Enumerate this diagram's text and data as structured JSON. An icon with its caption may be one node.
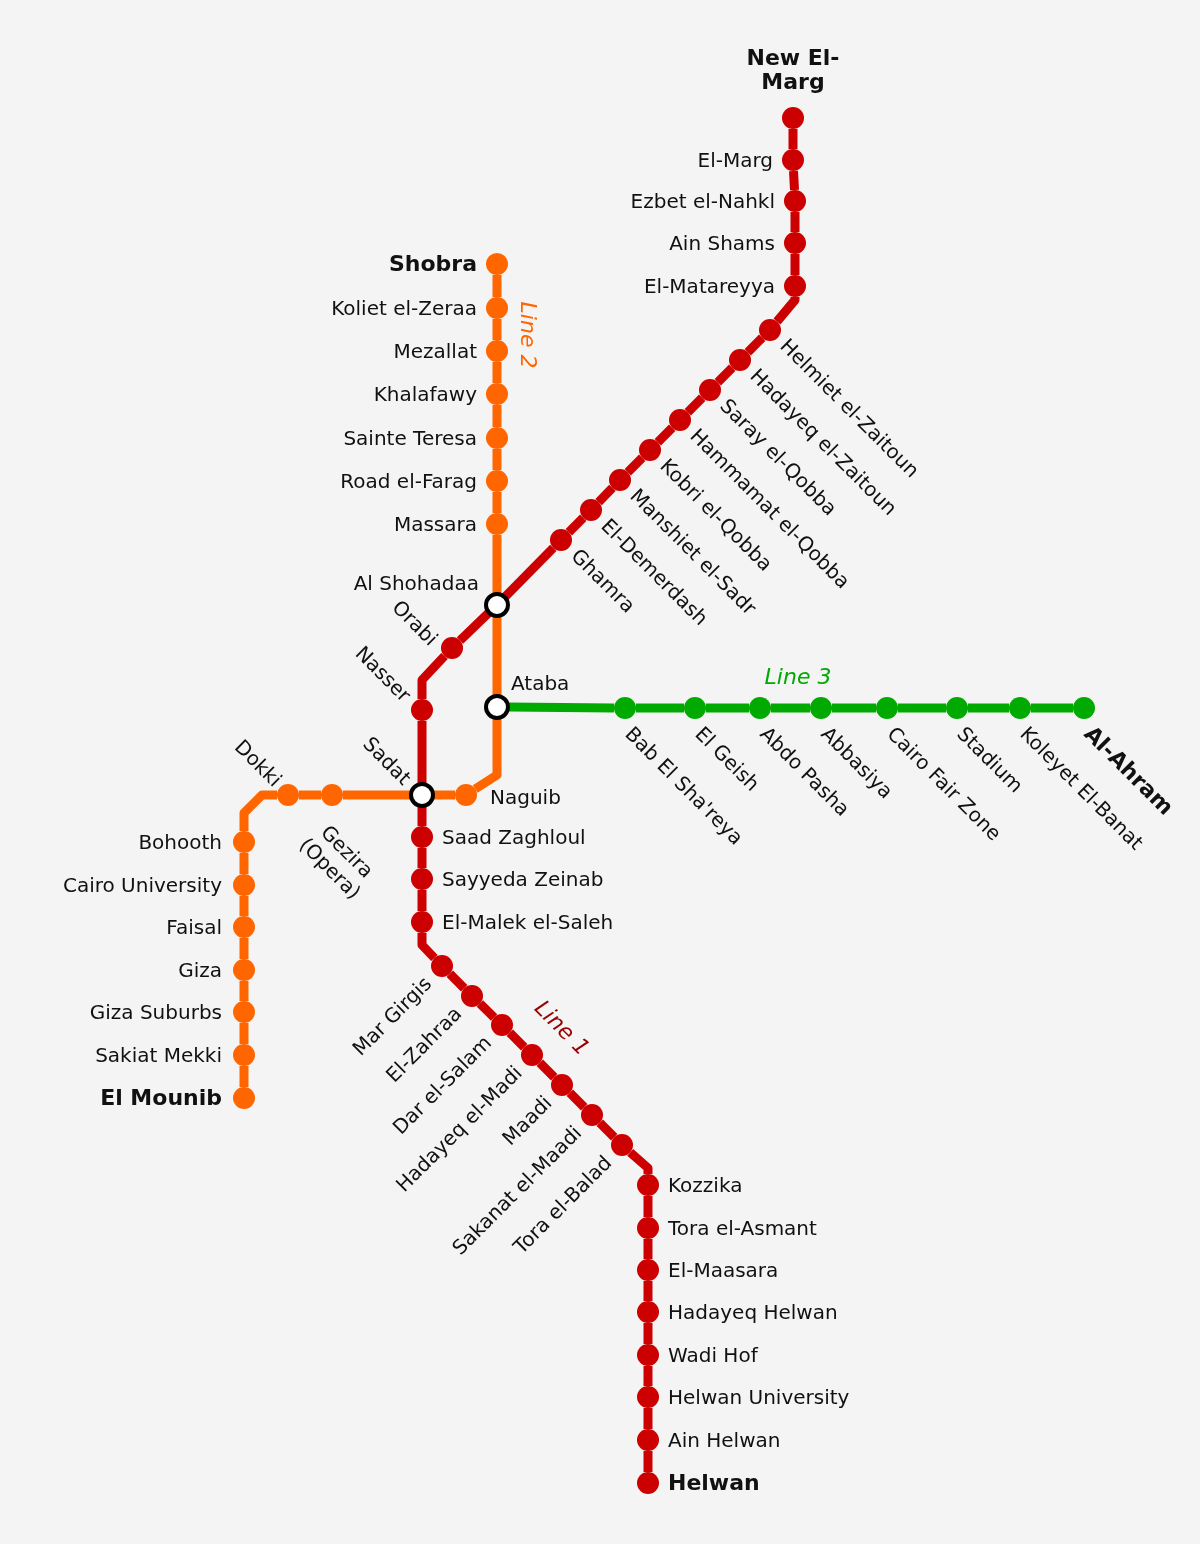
{
  "diagram": {
    "nodes": [
      {
        "text": [],
        "shape": "circle",
        "beside": [
          "New El-Marg"
        ]
      },
      {
        "text": [],
        "shape": "circle",
        "beside": [
          "El-Marg"
        ]
      },
      {
        "text": [],
        "shape": "circle",
        "beside": [
          "Ezbet el-Nahkl"
        ]
      },
      {
        "text": [],
        "shape": "circle",
        "beside": [
          "Ain Shams"
        ]
      },
      {
        "text": [],
        "shape": "circle",
        "beside": [
          "El-Matareyya"
        ]
      },
      {
        "text": [],
        "shape": "circle",
        "beside": [
          "Helmiet el-Zaitoun"
        ]
      },
      {
        "text": [],
        "shape": "circle",
        "beside": [
          "Hadayeq el-Zaitoun"
        ]
      },
      {
        "text": [],
        "shape": "circle",
        "beside": [
          "Saray el-Qobba"
        ]
      },
      {
        "text": [],
        "shape": "circle",
        "beside": [
          "Hammamat el-Qobba"
        ]
      },
      {
        "text": [],
        "shape": "circle",
        "beside": [
          "Kobri el-Qobba"
        ]
      },
      {
        "text": [],
        "shape": "circle",
        "beside": [
          "Manshiet el-Sadr"
        ]
      },
      {
        "text": [],
        "shape": "circle",
        "beside": [
          "El-Demerdash"
        ]
      },
      {
        "text": [],
        "shape": "circle",
        "beside": [
          "Ghamra"
        ]
      },
      {
        "text": [],
        "shape": "circle",
        "beside": [
          "Al Shohadaa"
        ]
      },
      {
        "text": [],
        "shape": "circle",
        "beside": [
          "Orabi"
        ]
      },
      {
        "text": [],
        "shape": "circle",
        "beside": [
          "Nasser"
        ]
      },
      {
        "text": [],
        "shape": "circle",
        "beside": [
          "Sadat"
        ]
      },
      {
        "text": [],
        "shape": "circle",
        "beside": [
          "Saad Zaghloul"
        ]
      },
      {
        "text": [],
        "shape": "circle",
        "beside": [
          "Sayyeda Zeinab"
        ]
      },
      {
        "text": [],
        "shape": "circle",
        "beside": [
          "El-Malek el-Saleh"
        ]
      },
      {
        "text": [],
        "shape": "circle",
        "beside": [
          "Mar Girgis"
        ]
      },
      {
        "text": [],
        "shape": "circle",
        "beside": [
          "El-Zahraa"
        ]
      },
      {
        "text": [],
        "shape": "circle",
        "beside": [
          "Dar el-Salam"
        ]
      },
      {
        "text": [],
        "shape": "circle",
        "beside": [
          "Hadayeq el-Madi"
        ]
      },
      {
        "text": [],
        "shape": "circle",
        "beside": [
          "Maadi"
        ]
      },
      {
        "text": [],
        "shape": "circle",
        "beside": [
          "Sakanat el-Maadi"
        ]
      },
      {
        "text": [],
        "shape": "circle",
        "beside": [
          "Tora el-Balad"
        ]
      },
      {
        "text": [],
        "shape": "circle",
        "beside": [
          "Kozzika"
        ]
      },
      {
        "text": [],
        "shape": "circle",
        "beside": [
          "Tora el-Asmant"
        ]
      },
      {
        "text": [],
        "shape": "circle",
        "beside": [
          "El-Maasara"
        ]
      },
      {
        "text": [],
        "shape": "circle",
        "beside": [
          "Hadayeq Helwan"
        ]
      },
      {
        "text": [],
        "shape": "circle",
        "beside": [
          "Wadi Hof"
        ]
      },
      {
        "text": [],
        "shape": "circle",
        "beside": [
          "Helwan University"
        ]
      },
      {
        "text": [],
        "shape": "circle",
        "beside": [
          "Ain Helwan"
        ]
      },
      {
        "text": [],
        "shape": "circle",
        "beside": [
          "Helwan"
        ]
      },
      {
        "text": [],
        "shape": "circle",
        "beside": [
          "Shobra"
        ]
      },
      {
        "text": [],
        "shape": "circle",
        "beside": [
          "Koliet el-Zeraa"
        ]
      },
      {
        "text": [],
        "shape": "circle",
        "beside": [
          "Mezallat"
        ]
      },
      {
        "text": [],
        "shape": "circle",
        "beside": [
          "Khalafawy"
        ]
      },
      {
        "text": [],
        "shape": "circle",
        "beside": [
          "Sainte Teresa"
        ]
      },
      {
        "text": [],
        "shape": "circle",
        "beside": [
          "Road el-Farag"
        ]
      },
      {
        "text": [],
        "shape": "circle",
        "beside": [
          "Massara"
        ]
      },
      {
        "text": [],
        "shape": "circle",
        "beside": [
          "Ataba"
        ]
      },
      {
        "text": [],
        "shape": "circle",
        "beside": [
          "Naguib"
        ]
      },
      {
        "text": [],
        "shape": "circle",
        "beside": [
          "Gezira (Opera)"
        ]
      },
      {
        "text": [],
        "shape": "circle",
        "beside": [
          "Dokki"
        ]
      },
      {
        "text": [],
        "shape": "circle",
        "beside": [
          "Bohooth"
        ]
      },
      {
        "text": [],
        "shape": "circle",
        "beside": [
          "Cairo University"
        ]
      },
      {
        "text": [],
        "shape": "circle",
        "beside": [
          "Faisal"
        ]
      },
      {
        "text": [],
        "shape": "circle",
        "beside": [
          "Giza"
        ]
      },
      {
        "text": [],
        "shape": "circle",
        "beside": [
          "Giza Suburbs"
        ]
      },
      {
        "text": [],
        "shape": "circle",
        "beside": [
          "Sakiat Mekki"
        ]
      },
      {
        "text": [],
        "shape": "circle",
        "beside": [
          "El Mounib"
        ]
      },
      {
        "text": [],
        "shape": "circle",
        "beside": [
          "Bab El Sha'reya"
        ]
      },
      {
        "text": [],
        "shape": "circle",
        "beside": [
          "El Geish"
        ]
      },
      {
        "text": [],
        "shape": "circle",
        "beside": [
          "Abdo Pasha"
        ]
      },
      {
        "text": [],
        "shape": "circle",
        "beside": [
          "Abbasiya"
        ]
      },
      {
        "text": [],
        "shape": "circle",
        "beside": [
          "Cairo Fair Zone"
        ]
      },
      {
        "text": [],
        "shape": "circle",
        "beside": [
          "Stadium"
        ]
      },
      {
        "text": [],
        "shape": "circle",
        "beside": [
          "Koleyet El-Banat"
        ]
      },
      {
        "text": [],
        "shape": "circle",
        "beside": [
          "Al-Ahram"
        ]
      }
    ],
    "edges": [
      {
        "from": 0,
        "to": 1,
        "arrow": "none"
      },
      {
        "from": 1,
        "to": 2,
        "arrow": "none"
      },
      {
        "from": 2,
        "to": 3,
        "arrow": "none"
      },
      {
        "from": 3,
        "to": 4,
        "arrow": "none"
      },
      {
        "from": 4,
        "to": 5,
        "arrow": "none"
      },
      {
        "from": 5,
        "to": 6,
        "arrow": "none"
      },
      {
        "from": 6,
        "to": 7,
        "arrow": "none"
      },
      {
        "from": 7,
        "to": 8,
        "arrow": "none"
      },
      {
        "from": 8,
        "to": 9,
        "arrow": "none"
      },
      {
        "from": 9,
        "to": 10,
        "arrow": "none"
      },
      {
        "from": 10,
        "to": 11,
        "arrow": "none"
      },
      {
        "from": 11,
        "to": 12,
        "arrow": "none"
      },
      {
        "from": 12,
        "to": 13,
        "arrow": "none"
      },
      {
        "from": 13,
        "to": 14,
        "arrow": "none"
      },
      {
        "from": 14,
        "to": 15,
        "arrow": "none"
      },
      {
        "from": 15,
        "to": 16,
        "arrow": "none"
      },
      {
        "from": 16,
        "to": 17,
        "arrow": "none"
      },
      {
        "from": 17,
        "to": 18,
        "arrow": "none"
      },
      {
        "from": 18,
        "to": 19,
        "arrow": "none"
      },
      {
        "from": 19,
        "to": 20,
        "arrow": "none"
      },
      {
        "from": 20,
        "to": 21,
        "arrow": "none"
      },
      {
        "from": 21,
        "to": 22,
        "arrow": "none"
      },
      {
        "from": 22,
        "to": 23,
        "arrow": "none"
      },
      {
        "from": 23,
        "to": 24,
        "arrow": "none"
      },
      {
        "from": 24,
        "to": 25,
        "arrow": "none"
      },
      {
        "from": 25,
        "to": 26,
        "arrow": "none"
      },
      {
        "from": 26,
        "to": 27,
        "arrow": "none"
      },
      {
        "from": 27,
        "to": 28,
        "arrow": "none"
      },
      {
        "from": 28,
        "to": 29,
        "arrow": "none"
      },
      {
        "from": 29,
        "to": 30,
        "arrow": "none"
      },
      {
        "from": 30,
        "to": 31,
        "arrow": "none"
      },
      {
        "from": 31,
        "to": 32,
        "arrow": "none"
      },
      {
        "from": 32,
        "to": 33,
        "arrow": "none"
      },
      {
        "from": 33,
        "to": 34,
        "arrow": "none"
      },
      {
        "from": 35,
        "to": 36,
        "arrow": "none",
        "color": "#ff6600"
      },
      {
        "from": 36,
        "to": 37,
        "arrow": "none",
        "color": "#ff6600"
      },
      {
        "from": 37,
        "to": 38,
        "arrow": "none",
        "color": "#ff6600"
      },
      {
        "from": 38,
        "to": 39,
        "arrow": "none",
        "color": "#ff6600"
      },
      {
        "from": 39,
        "to": 40,
        "arrow": "none",
        "color": "#ff6600"
      },
      {
        "from": 40,
        "to": 41,
        "arrow": "none",
        "color": "#ff6600"
      },
      {
        "from": 41,
        "to": 13,
        "arrow": "none",
        "color": "#ff6600"
      },
      {
        "from": 13,
        "to": 42,
        "arrow": "none",
        "color": "#ff6600"
      },
      {
        "from": 42,
        "to": 43,
        "arrow": "none",
        "color": "#ff6600"
      },
      {
        "from": 43,
        "to": 16,
        "arrow": "none",
        "color": "#ff6600"
      },
      {
        "from": 16,
        "to": 44,
        "arrow": "none",
        "color": "#ff6600"
      },
      {
        "from": 44,
        "to": 45,
        "arrow": "none",
        "color": "#ff6600"
      },
      {
        "from": 45,
        "to": 46,
        "arrow": "none",
        "color": "#ff6600"
      },
      {
        "from": 46,
        "to": 47,
        "arrow": "none",
        "color": "#ff6600"
      },
      {
        "from": 47,
        "to": 48,
        "arrow": "none",
        "color": "#ff6600"
      },
      {
        "from": 48,
        "to": 49,
        "arrow": "none",
        "color": "#ff6600"
      },
      {
        "from": 49,
        "to": 50,
        "arrow": "none",
        "color": "#ff6600"
      },
      {
        "from": 50,
        "to": 51,
        "arrow": "none",
        "color": "#ff6600"
      },
      {
        "from": 51,
        "to": 52,
        "arrow": "none",
        "color": "#ff6600"
      },
      {
        "from": 42,
        "to": 53,
        "arrow": "none",
        "color": "#00aa00"
      },
      {
        "from": 53,
        "to": 54,
        "arrow": "none",
        "color": "#00aa00"
      },
      {
        "from": 54,
        "to": 55,
        "arrow": "none",
        "color": "#00aa00"
      },
      {
        "from": 55,
        "to": 56,
        "arrow": "none",
        "color": "#00aa00"
      },
      {
        "from": 56,
        "to": 57,
        "arrow": "none",
        "color": "#00aa00"
      },
      {
        "from": 57,
        "to": 58,
        "arrow": "none",
        "color": "#00aa00"
      },
      {
        "from": 58,
        "to": 59,
        "arrow": "none",
        "color": "#00aa00"
      },
      {
        "from": 59,
        "to": 60,
        "arrow": "none",
        "color": "#00aa00"
      }
    ],
    "labels": [
      "Line 2",
      "Line 3",
      "Line 1"
    ]
  }
}
